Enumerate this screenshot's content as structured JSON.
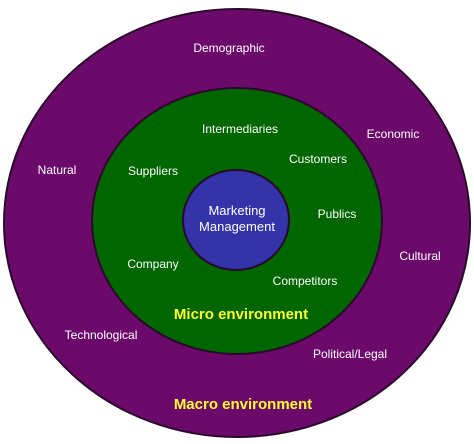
{
  "colors": {
    "macro_ring": "#6c0a6c",
    "micro_ring": "#006600",
    "core": "#3333aa",
    "ring_stroke": "#2a0a2a",
    "label_text": "#ffffff",
    "ring_title_text": "#ffff33"
  },
  "center": {
    "line1": "Marketing",
    "line2": "Management"
  },
  "micro": {
    "title": "Micro environment",
    "items": {
      "intermediaries": "Intermediaries",
      "customers": "Customers",
      "suppliers": "Suppliers",
      "publics": "Publics",
      "company": "Company",
      "competitors": "Competitors"
    }
  },
  "macro": {
    "title": "Macro environment",
    "items": {
      "demographic": "Demographic",
      "economic": "Economic",
      "natural": "Natural",
      "cultural": "Cultural",
      "technological": "Technological",
      "political_legal": "Political/Legal"
    }
  }
}
